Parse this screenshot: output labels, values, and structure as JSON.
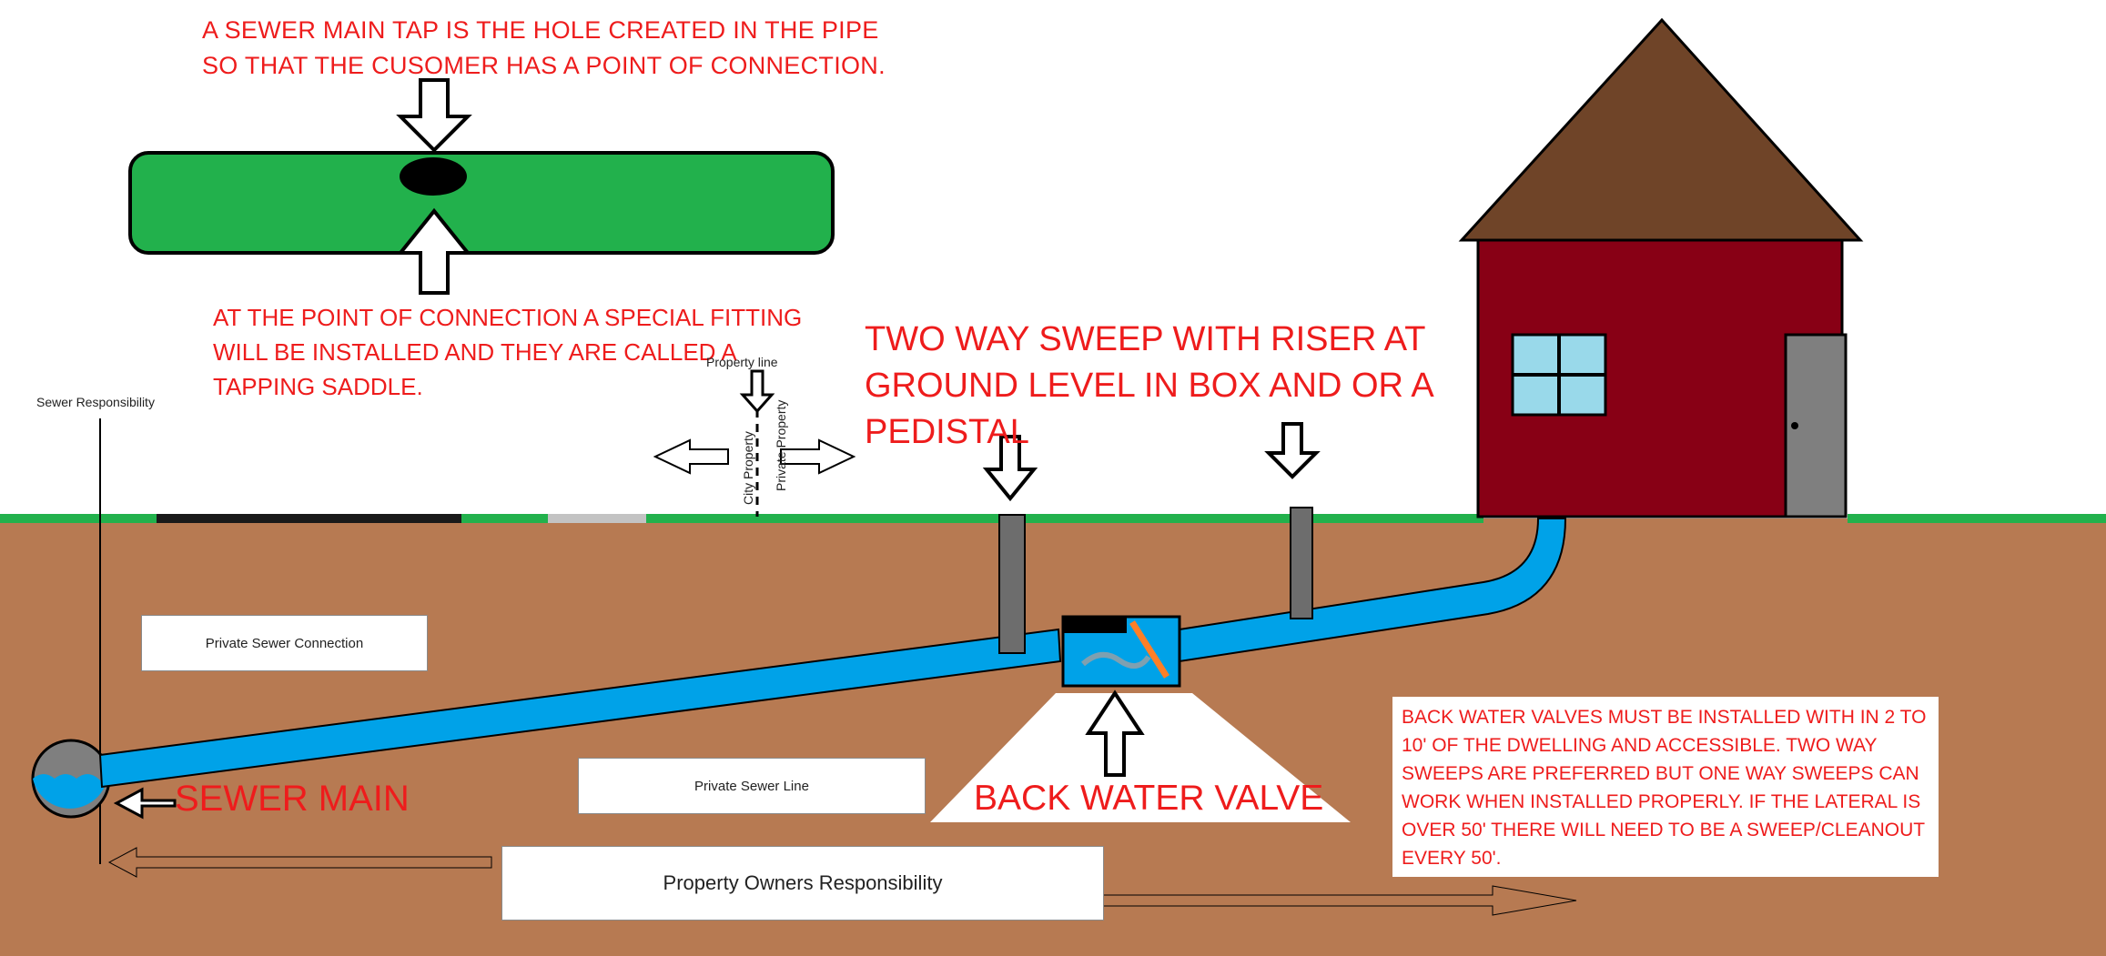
{
  "notes": {
    "tap": "A SEWER MAIN TAP IS THE HOLE CREATED IN THE PIPE\nSO THAT THE CUSOMER HAS A POINT OF CONNECTION.",
    "saddle": "AT THE POINT OF CONNECTION A SPECIAL FITTING\nWILL BE INSTALLED AND THEY ARE CALLED A\nTAPPING SADDLE.",
    "sweep": "TWO WAY SWEEP WITH RISER AT\nGROUND LEVEL IN BOX AND OR A\nPEDISTAL",
    "backwater": "BACK WATER VALVES MUST BE INSTALLED WITH IN 2 TO\n10' OF THE DWELLING AND ACCESSIBLE. TWO WAY\nSWEEPS ARE PREFERRED BUT ONE WAY SWEEPS CAN\nWORK WHEN INSTALLED PROPERLY. IF THE LATERAL IS\nOVER 50' THERE WILL NEED TO BE A SWEEP/CLEANOUT\nEVERY 50'."
  },
  "labels": {
    "sewer_main": "SEWER MAIN",
    "back_water_valve": "BACK WATER VALVE",
    "sewer_responsibility": "Sewer Responsibility",
    "property_line": "Property line",
    "city_property": "City Property",
    "private_property": "Private Property",
    "private_sewer_connection": "Private Sewer Connection",
    "private_sewer_line": "Private Sewer Line",
    "property_owners_responsibility": "Property Owners Responsibility"
  },
  "colors": {
    "text_red": "#ee1c1c",
    "soil": "#b77a52",
    "grass": "#22b14c",
    "water": "#00a2e8",
    "pipe_green": "#22b14c",
    "house_wall": "#880015",
    "roof": "#6f4428",
    "window": "#99d9ea",
    "door": "#7f7f7f",
    "riser": "#6d6d6d"
  }
}
